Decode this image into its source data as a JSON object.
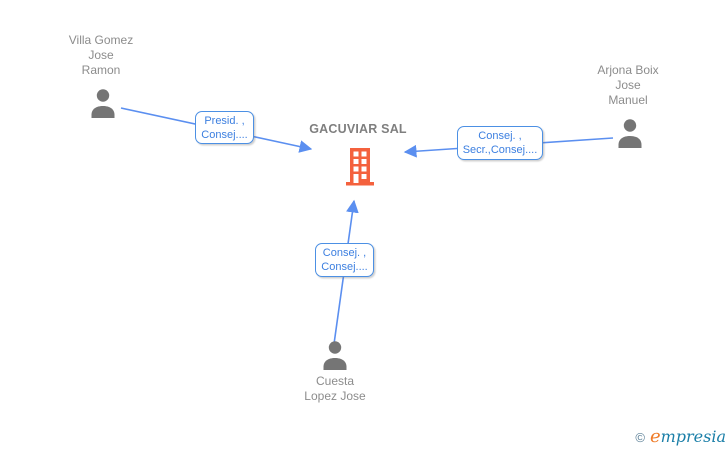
{
  "company": {
    "name": "GACUVIAR SAL",
    "icon": "building-icon",
    "accent_color": "#f4613d"
  },
  "people": [
    {
      "name_lines": [
        "Villa Gomez",
        "Jose",
        "Ramon"
      ],
      "icon": "person-icon"
    },
    {
      "name_lines": [
        "Arjona Boix",
        "Jose",
        "Manuel"
      ],
      "icon": "person-icon"
    },
    {
      "name_lines": [
        "Cuesta",
        "Lopez Jose"
      ],
      "icon": "person-icon"
    }
  ],
  "edges": [
    {
      "from": "Villa Gomez Jose Ramon",
      "to": "GACUVIAR SAL",
      "label_lines": [
        "Presid. ,",
        "Consej...."
      ]
    },
    {
      "from": "Arjona Boix Jose Manuel",
      "to": "GACUVIAR SAL",
      "label_lines": [
        "Consej. ,",
        "Secr.,Consej...."
      ]
    },
    {
      "from": "Cuesta Lopez Jose",
      "to": "GACUVIAR SAL",
      "label_lines": [
        "Consej. ,",
        "Consej...."
      ]
    }
  ],
  "footer": {
    "copyright_symbol": "©",
    "brand_initial": "e",
    "brand_rest": "mpresia"
  },
  "colors": {
    "connector_line": "#5b8ff0",
    "label_border": "#4c90e4",
    "label_text": "#3c7fe0",
    "person_text": "#8c8c8c",
    "company_text": "#7f7f7f",
    "icon_gray": "#757575",
    "building_orange": "#f4613d",
    "logo_e": "#ef7b28",
    "logo_rest": "#1b7fa8"
  }
}
